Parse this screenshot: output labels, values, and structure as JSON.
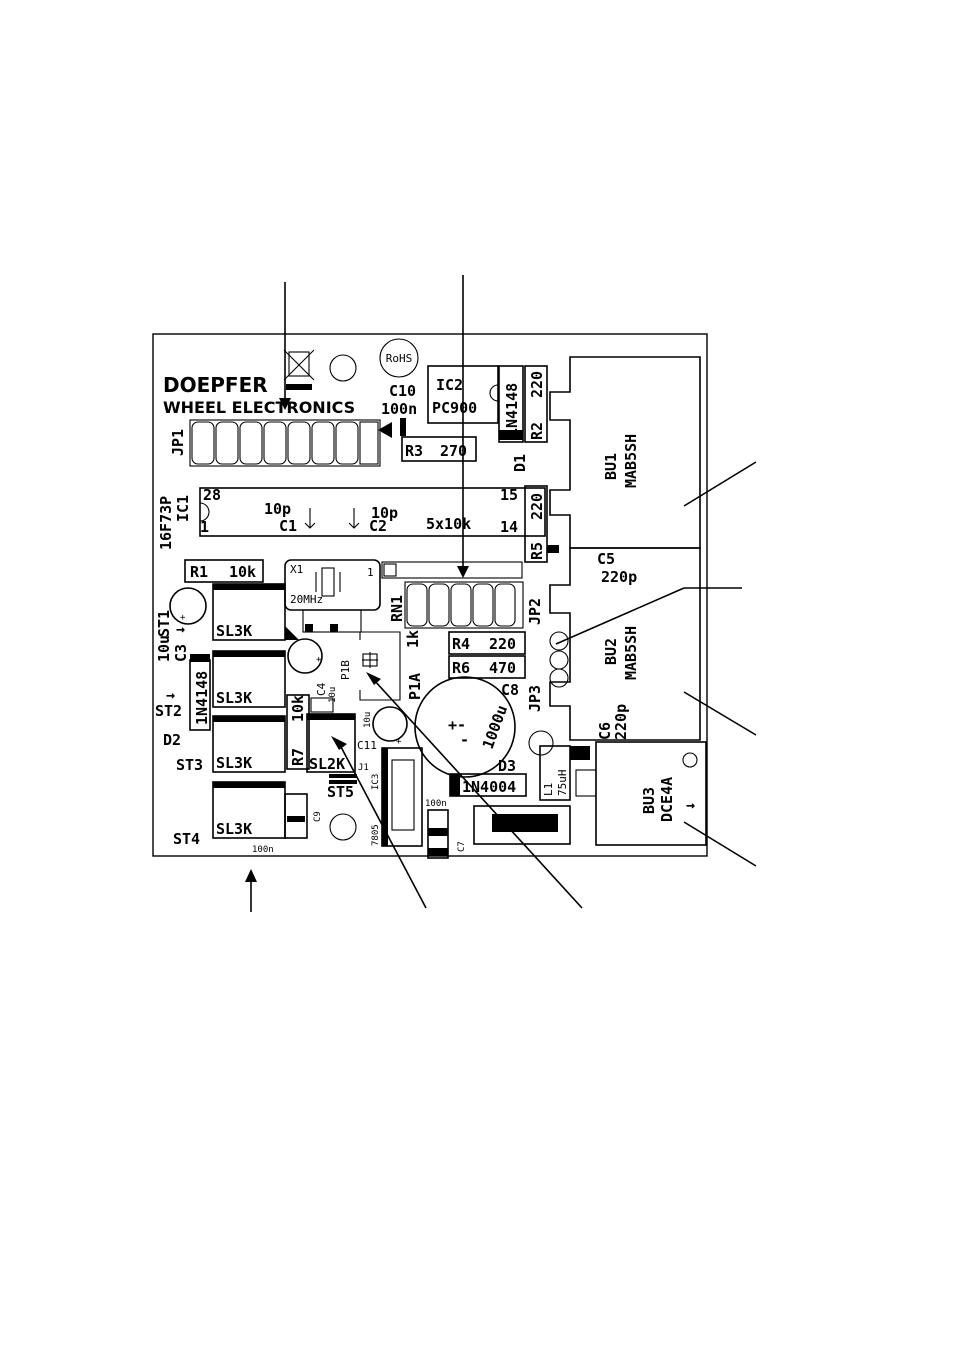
{
  "brand": {
    "line1": "DOEPFER",
    "line2": "WHEEL ELECTRONICS"
  },
  "marks": {
    "rohs": "RoHS"
  },
  "components": {
    "jp1": "JP1",
    "jp2": "JP2",
    "jp3": "JP3",
    "ic1": "IC1",
    "ic1_type": "16F73P",
    "ic1_pin28": "28",
    "ic1_pin1": "1",
    "ic1_pin15": "15",
    "ic1_pin14": "14",
    "ic2": "IC2",
    "ic2_type": "PC900",
    "ic3": "IC3",
    "ic3_type": "7805",
    "c1": "C1",
    "c1_val": "10p",
    "c2": "C2",
    "c2_val": "10p",
    "c3": "C3",
    "c3_val": "10u",
    "c4": "C4",
    "c4_val": "10u",
    "c5": "C5",
    "c5_val": "220p",
    "c6": "C6",
    "c6_val": "220p",
    "c7": "C7",
    "c7_val": "100n",
    "c8": "C8",
    "c8_val": "1000u",
    "c9": "C9",
    "c9_val": "100n",
    "c10": "C10",
    "c10_val": "100n",
    "c11": "C11",
    "c11_val": "10u",
    "r1": "R1",
    "r1_val": "10k",
    "r2": "R2",
    "r2_val": "220",
    "r3": "R3",
    "r3_val": "270",
    "r4": "R4",
    "r4_val": "220",
    "r5": "R5",
    "r5_val": "220",
    "r6": "R6",
    "r6_val": "470",
    "r7": "R7",
    "r7_val": "10k",
    "rn1": "RN1",
    "rn1_val": "5x10k",
    "p1a": "P1A",
    "p1b": "P1B",
    "p1_val": "1k",
    "x1": "X1",
    "x1_val": "20MHz",
    "d1": "D1",
    "d1_val": "1N4148",
    "d2": "D2",
    "d2_val": "1N4148",
    "d3": "D3",
    "d3_val": "1N4004",
    "l1": "L1",
    "l1_val": "75uH",
    "j1": "J1",
    "bu1": "BU1",
    "bu1_type": "MAB5SH",
    "bu2": "BU2",
    "bu2_type": "MAB5SH",
    "bu3": "BU3",
    "bu3_type": "DCE4A",
    "st1": "ST1",
    "st2": "ST2",
    "st3": "ST3",
    "st4": "ST4",
    "st5": "ST5",
    "sl3k": "SL3K",
    "sl2k": "SL2K"
  }
}
